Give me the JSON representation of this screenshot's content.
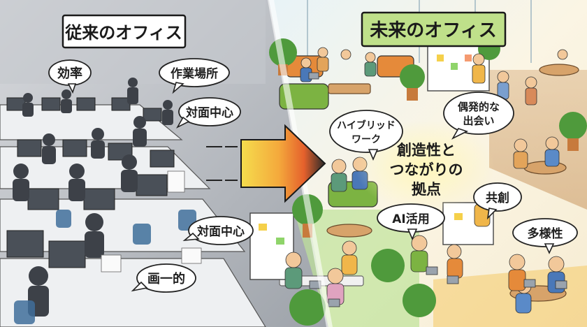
{
  "left_panel": {
    "title": "従来のオフィス",
    "bubbles": {
      "efficiency": "効率",
      "workplace": "作業場所",
      "face_to_face_top": "対面中心",
      "face_to_face_bottom": "対面中心",
      "uniform": "画一的"
    }
  },
  "right_panel": {
    "title": "未来のオフィス",
    "bubbles": {
      "hybrid_line1": "ハイブリッド",
      "hybrid_line2": "ワーク",
      "serendipity_line1": "偶発的な",
      "serendipity_line2": "出会い",
      "ai": "AI活用",
      "cocreation": "共創",
      "diversity": "多様性"
    },
    "center_message": {
      "line1": "創造性と",
      "line2": "つながりの",
      "line3": "拠点"
    }
  },
  "colors": {
    "left_bg": "#c9ccd0",
    "right_bg": "#f6f0de",
    "title_right_bg": "#bfe08a",
    "arrow_start": "#f2d24a",
    "arrow_mid": "#8fcf5a",
    "arrow_end": "#47b5b0"
  }
}
